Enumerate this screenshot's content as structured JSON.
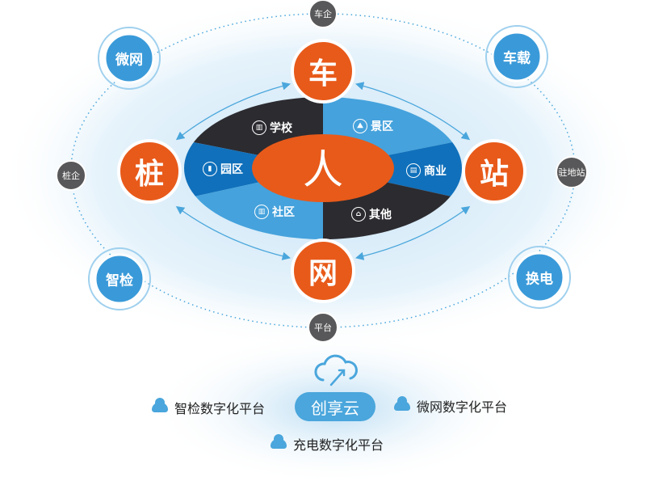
{
  "center": {
    "label": "人"
  },
  "main_nodes": {
    "car": "车",
    "pile": "桩",
    "station": "站",
    "network": "网"
  },
  "outer_nodes": {
    "car_company": "车企",
    "pile_company": "桩企",
    "station_site": "驻地站",
    "platform": "平台"
  },
  "ring_nodes": {
    "microgrid": "微网",
    "vehicle": "车载",
    "inspection": "智检",
    "battery_swap": "换电"
  },
  "segments": [
    {
      "label": "学校",
      "icon": "school-icon"
    },
    {
      "label": "景区",
      "icon": "scenic-icon"
    },
    {
      "label": "园区",
      "icon": "park-icon"
    },
    {
      "label": "商业",
      "icon": "commerce-icon"
    },
    {
      "label": "社区",
      "icon": "community-icon"
    },
    {
      "label": "其他",
      "icon": "other-icon"
    }
  ],
  "cloud": {
    "label": "创享云"
  },
  "platforms": {
    "inspection": "智检数字化平台",
    "microgrid": "微网数字化平台",
    "charging": "充电数字化平台"
  },
  "colors": {
    "orange": "#e85a1a",
    "dark": "#2c2b30",
    "blue": "#1070bb",
    "light_blue": "#45a2dc",
    "gray": "#58585a"
  }
}
